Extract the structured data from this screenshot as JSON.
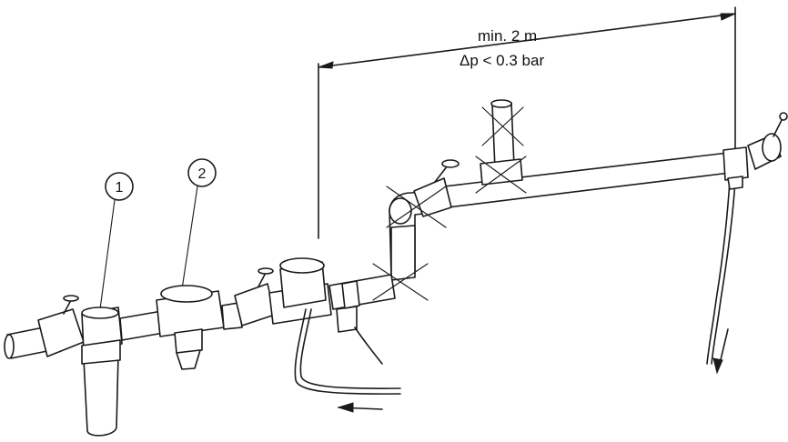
{
  "dimension": {
    "distance_label": "min. 2 m",
    "pressure_label": "Δp < 0.3 bar"
  },
  "callouts": [
    {
      "number": "1"
    },
    {
      "number": "2"
    }
  ],
  "icons": {
    "flow_arrow_bottom": "arrow-left-icon",
    "flow_arrow_right": "arrow-down-icon",
    "crossed_out": "x-mark-icon"
  }
}
